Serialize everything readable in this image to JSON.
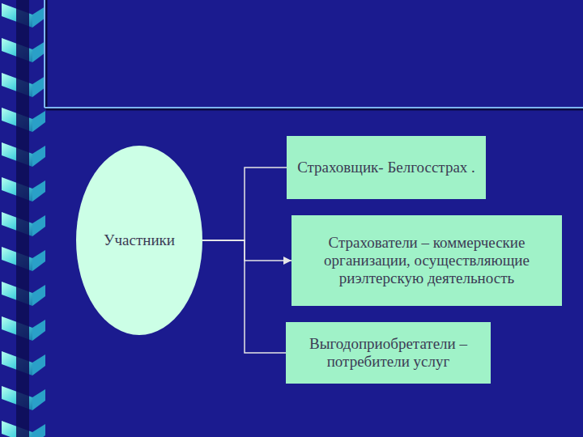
{
  "diagram": {
    "nodes": [
      {
        "text": [
          "Участники"
        ]
      },
      {
        "text": [
          "Страховщик- Белгосстрах ."
        ]
      },
      {
        "text": [
          "Страхователи – коммерческие организации, осуществляющие риэлтерскую деятельность"
        ]
      },
      {
        "text": [
          "Выгодоприобретатели – потребители услуг"
        ]
      }
    ],
    "edges": [
      {
        "from": 0,
        "to": 1,
        "arrow": "none"
      },
      {
        "from": 0,
        "to": 2,
        "arrow": "to"
      },
      {
        "from": 0,
        "to": 3,
        "arrow": "none"
      }
    ]
  }
}
